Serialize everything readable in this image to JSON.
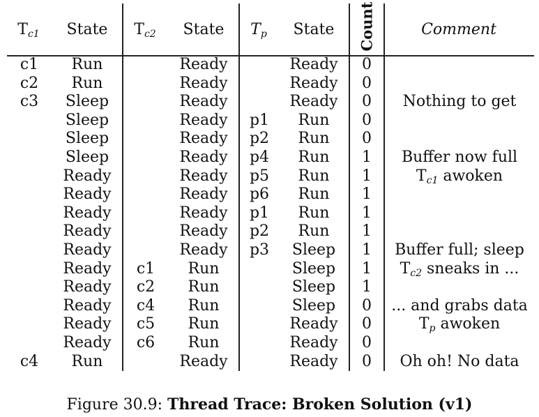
{
  "headers": {
    "tc1": {
      "base": "T",
      "sub": "c1"
    },
    "state1": "State",
    "tc2": {
      "base": "T",
      "sub": "c2"
    },
    "state2": "State",
    "tp": {
      "base": "T",
      "sub": "p"
    },
    "state3": "State",
    "count": "Count",
    "comment": "Comment"
  },
  "rows": [
    {
      "tc1": "c1",
      "s1": "Run",
      "tc2": "",
      "s2": "Ready",
      "tp": "",
      "s3": "Ready",
      "count": "0",
      "comment": ""
    },
    {
      "tc1": "c2",
      "s1": "Run",
      "tc2": "",
      "s2": "Ready",
      "tp": "",
      "s3": "Ready",
      "count": "0",
      "comment": ""
    },
    {
      "tc1": "c3",
      "s1": "Sleep",
      "tc2": "",
      "s2": "Ready",
      "tp": "",
      "s3": "Ready",
      "count": "0",
      "comment": "Nothing to get"
    },
    {
      "tc1": "",
      "s1": "Sleep",
      "tc2": "",
      "s2": "Ready",
      "tp": "p1",
      "s3": "Run",
      "count": "0",
      "comment": ""
    },
    {
      "tc1": "",
      "s1": "Sleep",
      "tc2": "",
      "s2": "Ready",
      "tp": "p2",
      "s3": "Run",
      "count": "0",
      "comment": ""
    },
    {
      "tc1": "",
      "s1": "Sleep",
      "tc2": "",
      "s2": "Ready",
      "tp": "p4",
      "s3": "Run",
      "count": "1",
      "comment": "Buffer now full"
    },
    {
      "tc1": "",
      "s1": "Ready",
      "tc2": "",
      "s2": "Ready",
      "tp": "p5",
      "s3": "Run",
      "count": "1",
      "comment": {
        "base": "T",
        "sub": "c1",
        "rest": " awoken"
      }
    },
    {
      "tc1": "",
      "s1": "Ready",
      "tc2": "",
      "s2": "Ready",
      "tp": "p6",
      "s3": "Run",
      "count": "1",
      "comment": ""
    },
    {
      "tc1": "",
      "s1": "Ready",
      "tc2": "",
      "s2": "Ready",
      "tp": "p1",
      "s3": "Run",
      "count": "1",
      "comment": ""
    },
    {
      "tc1": "",
      "s1": "Ready",
      "tc2": "",
      "s2": "Ready",
      "tp": "p2",
      "s3": "Run",
      "count": "1",
      "comment": ""
    },
    {
      "tc1": "",
      "s1": "Ready",
      "tc2": "",
      "s2": "Ready",
      "tp": "p3",
      "s3": "Sleep",
      "count": "1",
      "comment": "Buffer full; sleep"
    },
    {
      "tc1": "",
      "s1": "Ready",
      "tc2": "c1",
      "s2": "Run",
      "tp": "",
      "s3": "Sleep",
      "count": "1",
      "comment": {
        "base": "T",
        "sub": "c2",
        "rest": " sneaks in ..."
      }
    },
    {
      "tc1": "",
      "s1": "Ready",
      "tc2": "c2",
      "s2": "Run",
      "tp": "",
      "s3": "Sleep",
      "count": "1",
      "comment": ""
    },
    {
      "tc1": "",
      "s1": "Ready",
      "tc2": "c4",
      "s2": "Run",
      "tp": "",
      "s3": "Sleep",
      "count": "0",
      "comment": "... and grabs data"
    },
    {
      "tc1": "",
      "s1": "Ready",
      "tc2": "c5",
      "s2": "Run",
      "tp": "",
      "s3": "Ready",
      "count": "0",
      "comment": {
        "base": "T",
        "sub": "p",
        "rest": " awoken"
      }
    },
    {
      "tc1": "",
      "s1": "Ready",
      "tc2": "c6",
      "s2": "Run",
      "tp": "",
      "s3": "Ready",
      "count": "0",
      "comment": ""
    },
    {
      "tc1": "c4",
      "s1": "Run",
      "tc2": "",
      "s2": "Ready",
      "tp": "",
      "s3": "Ready",
      "count": "0",
      "comment": "Oh oh! No data"
    }
  ],
  "caption": {
    "prefix": "Figure 30.9: ",
    "title": "Thread Trace: Broken Solution (v1)"
  }
}
